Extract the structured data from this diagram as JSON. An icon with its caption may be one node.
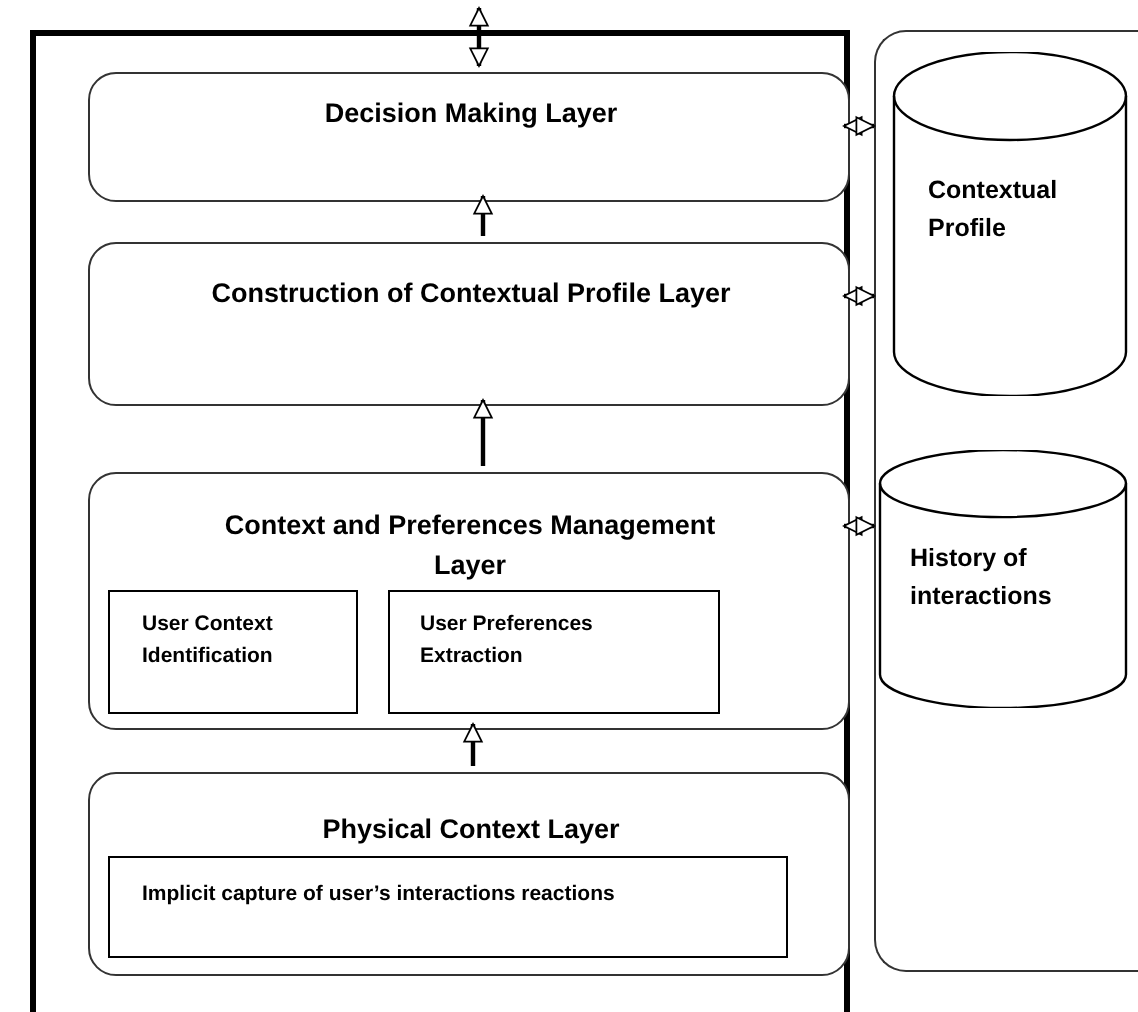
{
  "diagram": {
    "nodes": [
      {
        "text": [],
        "shape": "box"
      },
      {
        "text": [
          "Decision Making Layer"
        ],
        "in": 0
      },
      {
        "text": [
          "Construction of Contextual Profile Layer"
        ],
        "in": 0
      },
      {
        "text": [
          "Context and Preferences Management Layer"
        ],
        "in": 0
      },
      {
        "text": [
          "User Context Identification"
        ],
        "in": 3
      },
      {
        "text": [
          "User Preferences Extraction"
        ],
        "in": 3
      },
      {
        "text": [
          "Physical Context Layer"
        ],
        "in": 0
      },
      {
        "text": [
          "Implicit capture of user’s interactions reactions"
        ],
        "in": 6
      },
      {
        "text": [],
        "shape": "box"
      },
      {
        "text": [
          "Contextual Profile"
        ],
        "in": 8
      },
      {
        "text": [
          "History of interactions"
        ],
        "in": 8
      }
    ],
    "edges": [
      {
        "from": null,
        "to": 1,
        "arrow": "both"
      },
      {
        "from": 2,
        "to": 1,
        "arrow": "to"
      },
      {
        "from": 3,
        "to": 2,
        "arrow": "to"
      },
      {
        "from": 6,
        "to": 3,
        "arrow": "to"
      },
      {
        "from": 1,
        "to": 8,
        "arrow": "both"
      },
      {
        "from": 2,
        "to": 8,
        "arrow": "both"
      },
      {
        "from": 3,
        "to": 8,
        "arrow": "both"
      }
    ]
  }
}
